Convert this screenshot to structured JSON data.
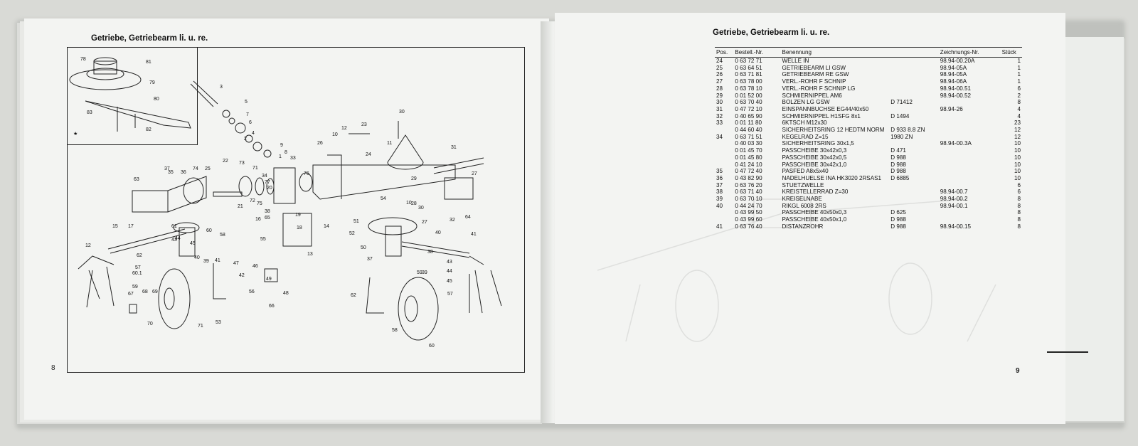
{
  "left_page": {
    "title": "Getriebe, Getriebearm li. u. re.",
    "page_number": "8",
    "callouts": [
      "78",
      "81",
      "79",
      "80",
      "83",
      "82",
      "★",
      "3",
      "5",
      "7",
      "6",
      "4",
      "2",
      "9",
      "8",
      "1",
      "33",
      "30",
      "11",
      "12",
      "10",
      "23",
      "26",
      "24",
      "31",
      "27",
      "28",
      "29",
      "30",
      "32",
      "64",
      "22",
      "73",
      "71",
      "34",
      "35",
      "36",
      "37",
      "63",
      "25",
      "74",
      "72",
      "75",
      "76",
      "77",
      "20",
      "21",
      "65",
      "38",
      "19",
      "18",
      "13",
      "14",
      "16",
      "15",
      "17",
      "12",
      "62",
      "57",
      "60.1",
      "59",
      "58",
      "60",
      "61",
      "43",
      "44",
      "45",
      "39",
      "40",
      "41",
      "42",
      "47",
      "46",
      "49",
      "48",
      "56",
      "55",
      "66",
      "67",
      "68",
      "69",
      "70",
      "71",
      "53",
      "54",
      "10",
      "51",
      "52",
      "50",
      "37",
      "27",
      "38",
      "39",
      "40",
      "41",
      "43",
      "44",
      "45",
      "57",
      "62",
      "59",
      "58",
      "60",
      "61",
      "48",
      "46",
      "52",
      "51"
    ]
  },
  "right_page": {
    "title": "Getriebe, Getriebearm li. u. re.",
    "page_number": "9",
    "columns": [
      "Pos.",
      "Bestell.-Nr.",
      "Benennung",
      "",
      "Zeichnungs-Nr.",
      "Stück"
    ],
    "rows": [
      [
        "24",
        "0 63 72 71",
        "WELLE IN",
        "",
        "98.94-00.20A",
        "1"
      ],
      [
        "25",
        "0 63 64 51",
        "GETRIEBEARM LI GSW",
        "",
        "98.94-05A",
        "1"
      ],
      [
        "26",
        "0 63 71 81",
        "GETRIEBEARM RE GSW",
        "",
        "98.94-05A",
        "1"
      ],
      [
        "27",
        "0 63 78 00",
        "VERL.-ROHR F SCHNIP",
        "",
        "98.94-06A",
        "1"
      ],
      [
        "28",
        "0 63 78 10",
        "VERL.-ROHR F SCHNIP LG",
        "",
        "98.94-00.51",
        "6"
      ],
      [
        "29",
        "0 01 52 00",
        "SCHMIERNIPPEL AM6",
        "",
        "98.94-00.52",
        "2"
      ],
      [
        "30",
        "0 63 70 40",
        "BOLZEN LG GSW",
        "D 71412",
        "",
        "8"
      ],
      [
        "31",
        "0 47 72 10",
        "EINSPANNBUCHSE EG44/40x50",
        "",
        "98.94-26",
        "4"
      ],
      [
        "32",
        "0 40 65 90",
        "SCHMIERNIPPEL H1SFG 8x1",
        "D 1494",
        "",
        "4"
      ],
      [
        "33",
        "0 01 11 80",
        "6KTSCH M12x30",
        "",
        "",
        "23"
      ],
      [
        "",
        "0 44 60 40",
        "SICHERHEITSRING 12 HEDTM NORM",
        "D 933  8.8 ZN",
        "",
        "12"
      ],
      [
        "34",
        "0 63 71 51",
        "KEGELRAD Z=15",
        "1980 ZN",
        "",
        "12"
      ],
      [
        "",
        "0 40 03 30",
        "SICHERHEITSRING 30x1,5",
        "",
        "98.94-00.3A",
        "10"
      ],
      [
        "",
        "0 01 45 70",
        "PASSCHEIBE 30x42x0,3",
        "D 471",
        "",
        "10"
      ],
      [
        "",
        "0 01 45 80",
        "PASSCHEIBE 30x42x0,5",
        "D 988",
        "",
        "10"
      ],
      [
        "",
        "0 41 24 10",
        "PASSCHEIBE 30x42x1,0",
        "D 988",
        "",
        "10"
      ],
      [
        "35",
        "0 47 72 40",
        "PASFED A8x5x40",
        "D 988",
        "",
        "10"
      ],
      [
        "36",
        "0 43 82 90",
        "NADELHUELSE INA HK3020 2RSAS1",
        "D 6885",
        "",
        "10"
      ],
      [
        "37",
        "0 63 76 20",
        "STUETZWELLE",
        "",
        "",
        "6"
      ],
      [
        "38",
        "0 63 71 40",
        "KREISTELLERRAD Z=30",
        "",
        "98.94-00.7",
        "6"
      ],
      [
        "39",
        "0 63 70 10",
        "KREISELNABE",
        "",
        "98.94-00.2",
        "8"
      ],
      [
        "40",
        "0 44 24 70",
        "RIKGL 6008 2RS",
        "",
        "98.94-00.1",
        "8"
      ],
      [
        "",
        "0 43 99 50",
        "PASSCHEIBE 40x50x0,3",
        "D 625",
        "",
        "8"
      ],
      [
        "",
        "0 43 99 60",
        "PASSCHEIBE 40x50x1,0",
        "D 988",
        "",
        "8"
      ],
      [
        "41",
        "0 63 76 40",
        "DISTANZROHR",
        "D 988",
        "98.94-00.15",
        "8"
      ]
    ]
  }
}
